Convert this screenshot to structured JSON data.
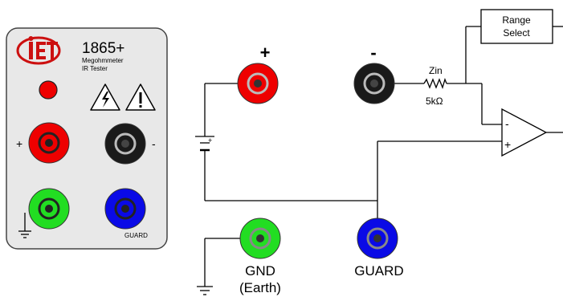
{
  "panel": {
    "logo_text": "iET",
    "model": "1865+",
    "product_line1": "Megohmmeter",
    "product_line2": "IR Tester",
    "plus_label": "+",
    "minus_label": "-",
    "guard_label": "GUARD"
  },
  "schematic": {
    "plus_terminal_label": "+",
    "minus_terminal_label": "-",
    "resistor_name": "Zin",
    "resistor_value": "5kΩ",
    "range_select_line1": "Range",
    "range_select_line2": "Select",
    "opamp_inverting": "-",
    "opamp_noninverting": "+",
    "gnd_label_line1": "GND",
    "gnd_label_line2": "(Earth)",
    "guard_label": "GUARD",
    "battery_plus": "+"
  },
  "colors": {
    "red_terminal": "#ee0000",
    "black_terminal": "#1a1a1a",
    "green_terminal": "#22dd22",
    "blue_terminal": "#0a0ae6",
    "panel_bg": "#e8e8e8",
    "logo_red": "#cc1010"
  }
}
